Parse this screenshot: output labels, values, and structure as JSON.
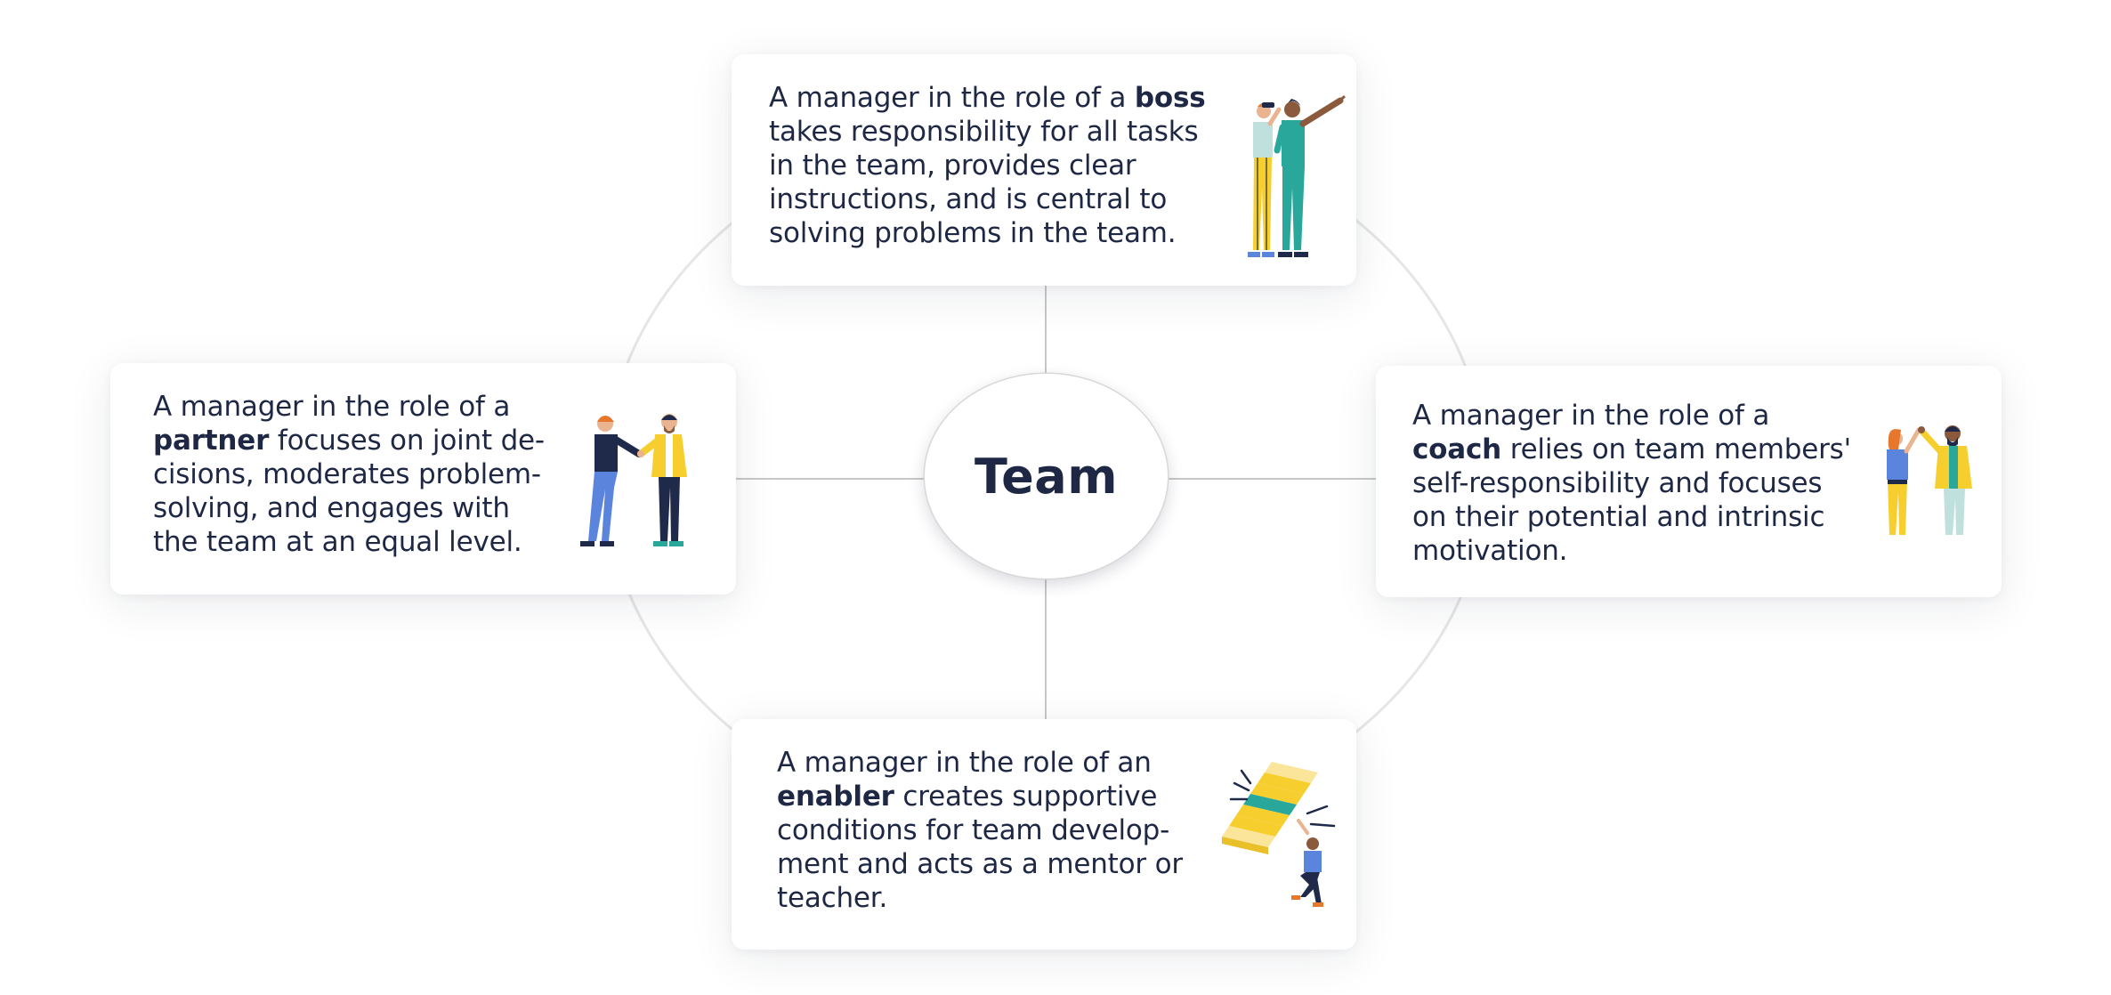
{
  "center": {
    "label": "Team"
  },
  "cards": {
    "boss": {
      "l1_pre": "A manager in the role of a ",
      "l1_bold": "boss",
      "l2": "takes responsibility for all tasks",
      "l3": "in the team, provides clear",
      "l4": "instructions, and is central to",
      "l5": "solving problems in the team."
    },
    "partner": {
      "l1": "A manager in the role of a",
      "l2_bold": "partner",
      "l2_post": " focuses on joint de-",
      "l3": "cisions, moderates problem-",
      "l4": "solving, and engages with",
      "l5": "the team at an equal level."
    },
    "coach": {
      "l1": "A manager in the role of a",
      "l2_bold": "coach",
      "l2_post": " relies on team members'",
      "l3": "self-responsibility and focuses",
      "l4": "on their potential and intrinsic",
      "l5": "motivation."
    },
    "enabler": {
      "l1": "A manager in the role of an",
      "l2_bold": "enabler",
      "l2_post": " creates supportive",
      "l3": "conditions for team develop-",
      "l4": "ment and acts as a mentor or",
      "l5": "teacher."
    }
  },
  "colors": {
    "text": "#1e2744",
    "yellow": "#f6cf2f",
    "teal": "#2aa79b",
    "blue": "#5b84dc",
    "navy": "#1f2a4a",
    "orange": "#e8772e",
    "skin": "#e9b48f",
    "skin_dark": "#8b5a3c",
    "connector": "#b5b5b5",
    "ellipse": "#e6e6e6"
  },
  "icons": {
    "boss": "two-people-looking-binoculars-pointing",
    "partner": "two-people-handshake",
    "coach": "two-people-high-five",
    "enabler": "person-climbing-stairs"
  }
}
